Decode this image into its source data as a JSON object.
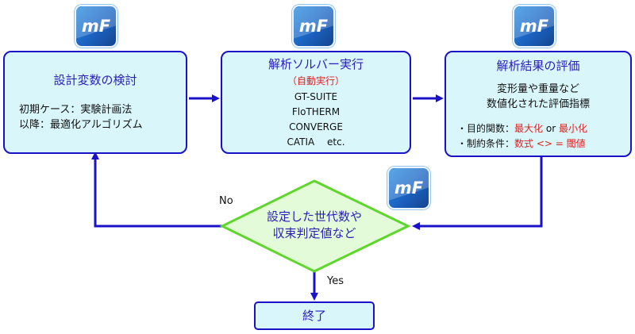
{
  "logo_text": "mF",
  "box1": {
    "title": "設計変数の検討",
    "lines": [
      "初期ケース：実験計画法",
      "以降：最適化アルゴリズム"
    ]
  },
  "box2": {
    "title": "解析ソルバー実行",
    "subtitle": "（自動実行）",
    "solvers": [
      "GT-SUITE",
      "FloTHERM",
      "CONVERGE",
      "CATIA　 etc."
    ]
  },
  "box3": {
    "title": "解析結果の評価",
    "desc": [
      "変形量や重量など",
      "数値化された評価指標"
    ],
    "obj_label": "・目的関数：",
    "obj_max": "最大化",
    "obj_or": " or ",
    "obj_min": "最小化",
    "con_label": "・制約条件：",
    "con_value": "数式 <> = 閾値"
  },
  "decision": [
    "設定した世代数や",
    "収束判定値など"
  ],
  "no_label": "No",
  "yes_label": "Yes",
  "end_label": "終了",
  "colors": {
    "box_fill": "#d9f6fb",
    "box_border": "#1a12c8",
    "arrow": "#1a12c8",
    "decision_fill": "#e4fbd9",
    "decision_border": "#5fd62b",
    "highlight_red": "#e51c1c"
  },
  "icons": [
    "mf-logo-icon"
  ]
}
